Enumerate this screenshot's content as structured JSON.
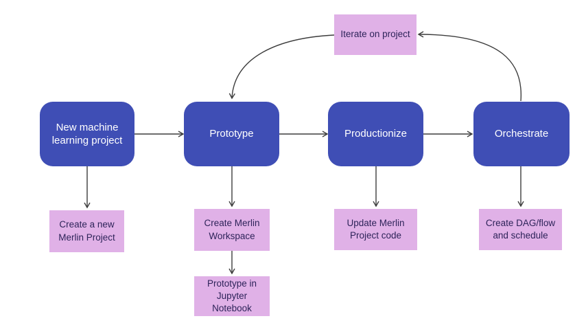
{
  "diagram": {
    "nodes": {
      "stage1": {
        "label": "New machine learning project",
        "type": "stage"
      },
      "stage2": {
        "label": "Prototype",
        "type": "stage"
      },
      "stage3": {
        "label": "Productionize",
        "type": "stage"
      },
      "stage4": {
        "label": "Orchestrate",
        "type": "stage"
      },
      "iterate": {
        "label": "Iterate on project",
        "type": "action"
      },
      "action1": {
        "label": "Create a new Merlin Project",
        "type": "action"
      },
      "action2": {
        "label": "Create Merlin Workspace",
        "type": "action"
      },
      "action2b": {
        "label": "Prototype in Jupyter Notebook",
        "type": "action"
      },
      "action3": {
        "label": "Update Merlin Project code",
        "type": "action"
      },
      "action4": {
        "label": "Create DAG/flow and schedule",
        "type": "action"
      }
    },
    "edges": [
      {
        "from": "stage1",
        "to": "stage2"
      },
      {
        "from": "stage2",
        "to": "stage3"
      },
      {
        "from": "stage3",
        "to": "stage4"
      },
      {
        "from": "stage4",
        "to": "iterate"
      },
      {
        "from": "iterate",
        "to": "stage2"
      },
      {
        "from": "stage1",
        "to": "action1"
      },
      {
        "from": "stage2",
        "to": "action2"
      },
      {
        "from": "action2",
        "to": "action2b"
      },
      {
        "from": "stage3",
        "to": "action3"
      },
      {
        "from": "stage4",
        "to": "action4"
      }
    ]
  },
  "colors": {
    "background": "#FFFFFF",
    "stage_fill": "#3F4EB5",
    "stage_text": "#FFFFFF",
    "action_fill": "#E0B1E7",
    "action_text": "#2D2359",
    "arrow": "#3C3C3C"
  }
}
